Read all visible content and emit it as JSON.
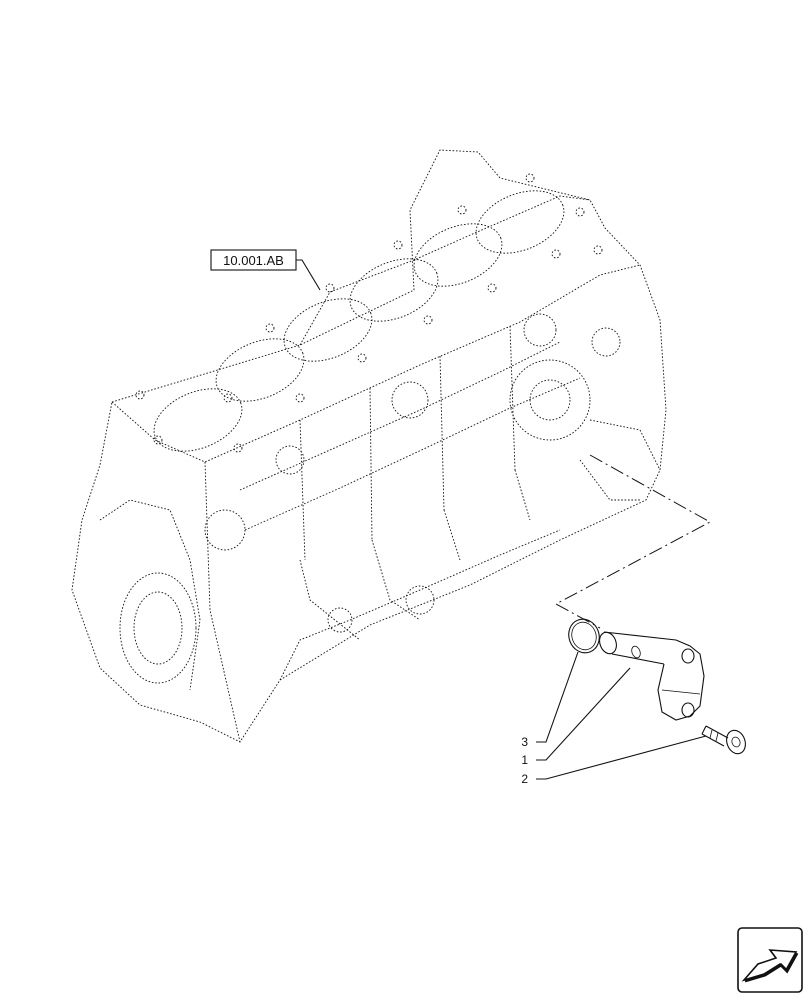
{
  "diagram": {
    "reference_label": "10.001.AB",
    "callouts": [
      {
        "id": "3",
        "text": "3",
        "part": "o-ring"
      },
      {
        "id": "1",
        "text": "1",
        "part": "oil-spray-tube"
      },
      {
        "id": "2",
        "text": "2",
        "part": "screw"
      }
    ],
    "nav_icon": "next-page-arrow-icon"
  }
}
